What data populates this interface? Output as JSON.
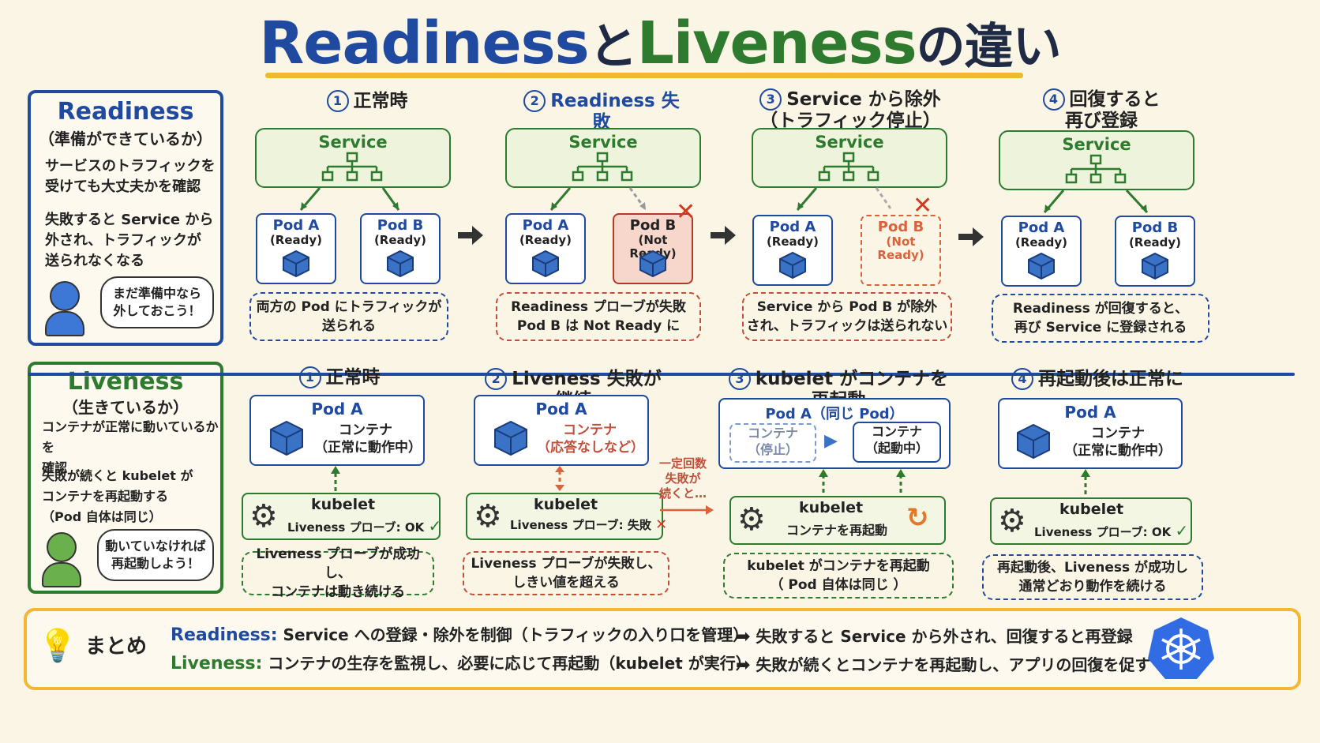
{
  "title": {
    "part1": "Readiness",
    "part2": "と",
    "part3": "Liveness",
    "part4": "の違い"
  },
  "readiness_panel": {
    "title": "Readiness",
    "subtitle": "（準備ができているか）",
    "desc1": "サービスのトラフィックを\n受けても大丈夫かを確認",
    "desc2": "失敗すると Service から\n外され、トラフィックが\n送られなくなる",
    "bubble": "まだ準備中なら\n外しておこう！"
  },
  "liveness_panel": {
    "title": "Liveness",
    "subtitle": "（生きているか）",
    "desc1": "コンテナが正常に動いているかを\n確認",
    "desc2": "失敗が続くと kubelet が\nコンテナを再起動する\n（Pod 自体は同じ）",
    "bubble": "動いていなければ\n再起動しよう！"
  },
  "readiness_steps": [
    {
      "num": "1",
      "title": "正常時",
      "service": "Service",
      "podA": {
        "name": "Pod A",
        "status": "(Ready)"
      },
      "podB": {
        "name": "Pod B",
        "status": "(Ready)"
      },
      "note": "両方の Pod にトラフィックが\n送られる"
    },
    {
      "num": "2",
      "title": "Readiness 失敗",
      "service": "Service",
      "podA": {
        "name": "Pod A",
        "status": "(Ready)"
      },
      "podB": {
        "name": "Pod B",
        "status": "(Not Ready)"
      },
      "note": "Readiness プローブが失敗\nPod B は Not Ready に"
    },
    {
      "num": "3",
      "title": "Service から除外\n（トラフィック停止）",
      "service": "Service",
      "podA": {
        "name": "Pod A",
        "status": "(Ready)"
      },
      "podB": {
        "name": "Pod B",
        "status": "(Not Ready)"
      },
      "note": "Service から Pod B が除外\nされ、トラフィックは送られない"
    },
    {
      "num": "4",
      "title": "回復すると\n再び登録",
      "service": "Service",
      "podA": {
        "name": "Pod A",
        "status": "(Ready)"
      },
      "podB": {
        "name": "Pod B",
        "status": "(Ready)"
      },
      "note": "Readiness が回復すると、\n再び Service に登録される"
    }
  ],
  "liveness_steps": [
    {
      "num": "1",
      "title": "正常時",
      "pod": "Pod A",
      "container": "コンテナ\n（正常に動作中）",
      "kubelet": "kubelet",
      "probe": "Liveness プローブ: OK",
      "note": "Liveness プローブが成功し、\nコンテナは動き続ける"
    },
    {
      "num": "2",
      "title": "Liveness 失敗が継続",
      "pod": "Pod A",
      "container": "コンテナ\n（応答なしなど）",
      "kubelet": "kubelet",
      "probe": "Liveness プローブ: 失敗",
      "note": "Liveness プローブが失敗し、\nしきい値を超える"
    },
    {
      "num": "3",
      "title": "kubelet がコンテナを再起動",
      "pod": "Pod A（同じ Pod）",
      "container_old": "コンテナ\n（停止）",
      "container_new": "コンテナ\n（起動中）",
      "kubelet": "kubelet",
      "probe": "コンテナを再起動",
      "note": "kubelet がコンテナを再起動\n（ Pod 自体は同じ ）"
    },
    {
      "num": "4",
      "title": "再起動後は正常に",
      "pod": "Pod A",
      "container": "コンテナ\n（正常に動作中）",
      "kubelet": "kubelet",
      "probe": "Liveness プローブ: OK",
      "note": "再起動後、Liveness が成功し\n通常どおり動作を続ける"
    }
  ],
  "threshold_label": "一定回数\n失敗が\n続くと…",
  "summary": {
    "heading": "まとめ",
    "readiness_key": "Readiness:",
    "readiness_desc": "Service への登録・除外を制御（トラフィックの入り口を管理）",
    "readiness_result": "失敗すると Service から外され、回復すると再登録",
    "liveness_key": "Liveness:",
    "liveness_desc": "コンテナの生存を監視し、必要に応じて再起動（kubelet が実行）",
    "liveness_result": "失敗が続くとコンテナを再起動し、アプリの回復を促す"
  },
  "colors": {
    "blue": "#1f4aa0",
    "green": "#2e7a2e",
    "red": "#c0503a",
    "yellow": "#f2b733"
  },
  "icons": [
    "lightbulb-icon",
    "kubernetes-logo",
    "gear-icon",
    "cube-icon",
    "restart-icon",
    "check-icon",
    "cross-icon"
  ]
}
